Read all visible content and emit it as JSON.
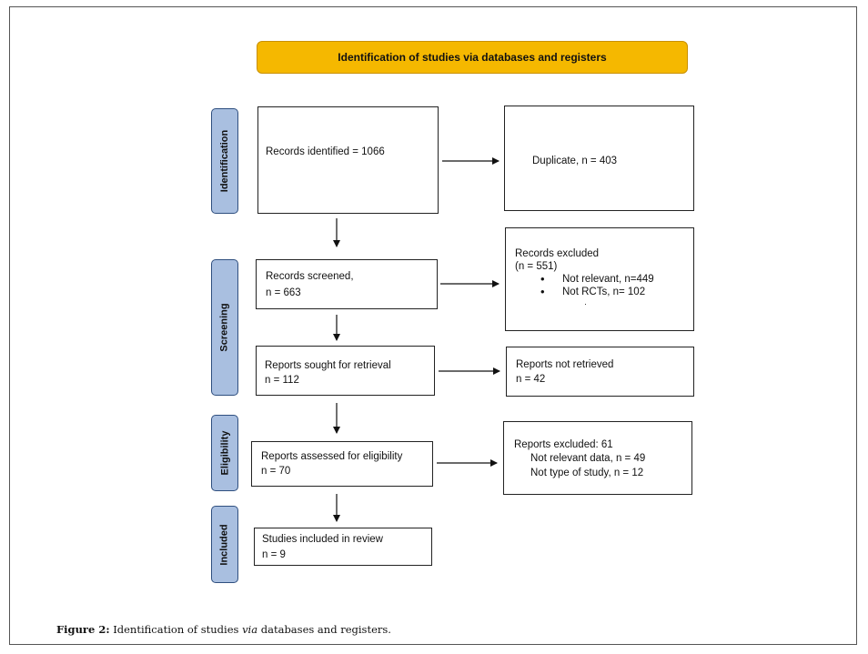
{
  "header": {
    "title": "Identification of studies via databases and registers"
  },
  "phases": {
    "identification": "Identification",
    "screening": "Screening",
    "eligibility": "Eligibility",
    "included": "Included"
  },
  "boxes": {
    "records_identified": {
      "line1": "Records identified = 1066"
    },
    "duplicate": {
      "line1": "Duplicate, n = 403"
    },
    "records_screened": {
      "line1": "Records screened,",
      "line2": "n = 663"
    },
    "records_excluded": {
      "line1": "Records excluded",
      "line2": "(n = 551)",
      "items": [
        "Not relevant, n=449",
        "Not RCTs, n= 102"
      ]
    },
    "reports_sought": {
      "line1": "Reports sought for retrieval",
      "line2": "n = 112"
    },
    "reports_not_retrieved": {
      "line1": "Reports not retrieved",
      "line2": "n = 42"
    },
    "reports_assessed": {
      "line1": "Reports assessed for eligibility",
      "line2": "n = 70"
    },
    "reports_excluded": {
      "line1": "Reports excluded: 61",
      "items": [
        "Not relevant data, n = 49",
        "Not type of study, n = 12"
      ]
    },
    "studies_included": {
      "line1": "Studies included in review",
      "line2": "n = 9"
    }
  },
  "caption": {
    "label": "Figure 2:",
    "text_before": "Identification of studies",
    "text_italic": "via",
    "text_after": "databases and registers."
  }
}
